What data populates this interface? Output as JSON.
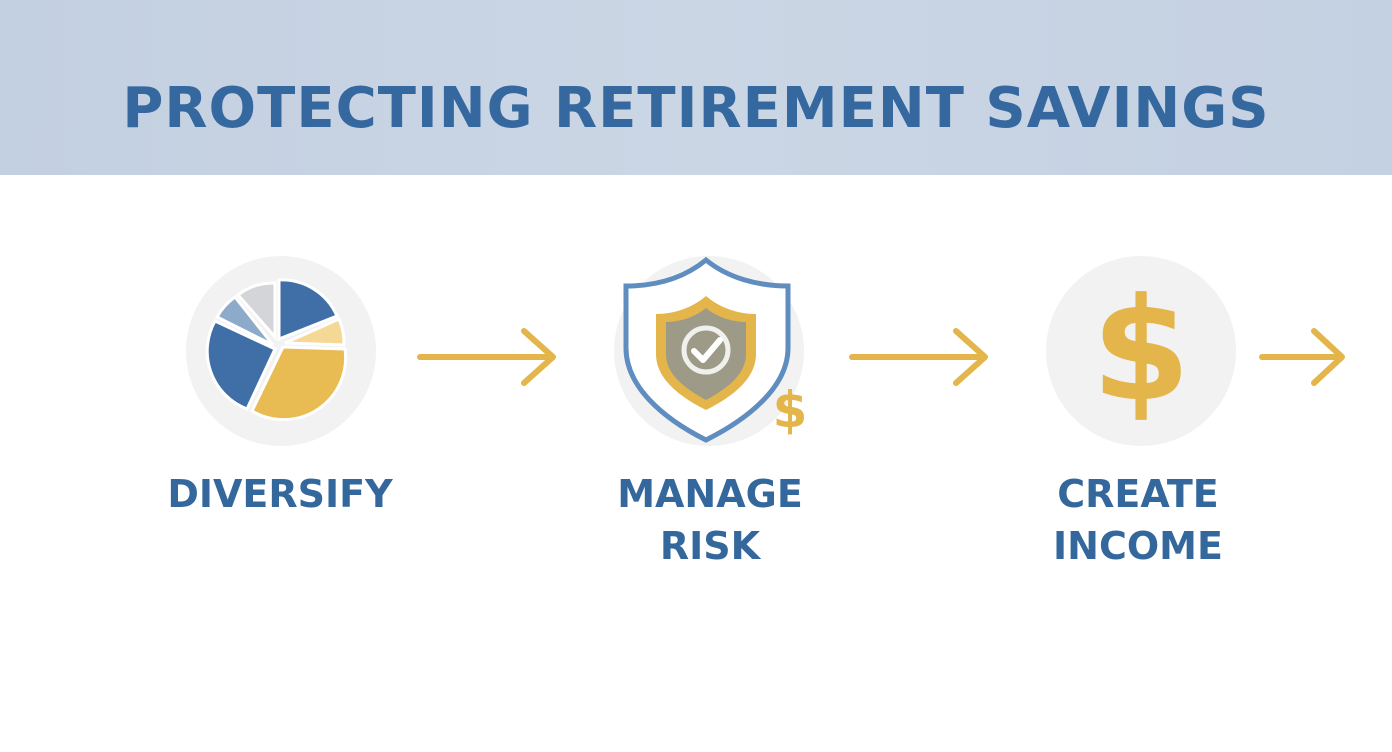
{
  "banner": {
    "title": "PROTECTING RETIREMENT SAVINGS"
  },
  "steps": [
    {
      "label_lines": [
        "DIVERSIFY"
      ],
      "icon": "pie-chart-icon"
    },
    {
      "label_lines": [
        "MANAGE",
        "RISK"
      ],
      "icon": "shield-check-icon"
    },
    {
      "label_lines": [
        "CREATE",
        "INCOME"
      ],
      "icon": "dollar-icon"
    }
  ],
  "icon_symbols": {
    "shield_dollar": "$",
    "income_dollar": "$"
  },
  "colors": {
    "banner_bg": "#c7d3e3",
    "title_blue": "#35689e",
    "label_blue": "#34679c",
    "accent_gold": "#e3b54a",
    "icon_blue": "#3f6fa6",
    "icon_circle": "#f2f2f2"
  }
}
